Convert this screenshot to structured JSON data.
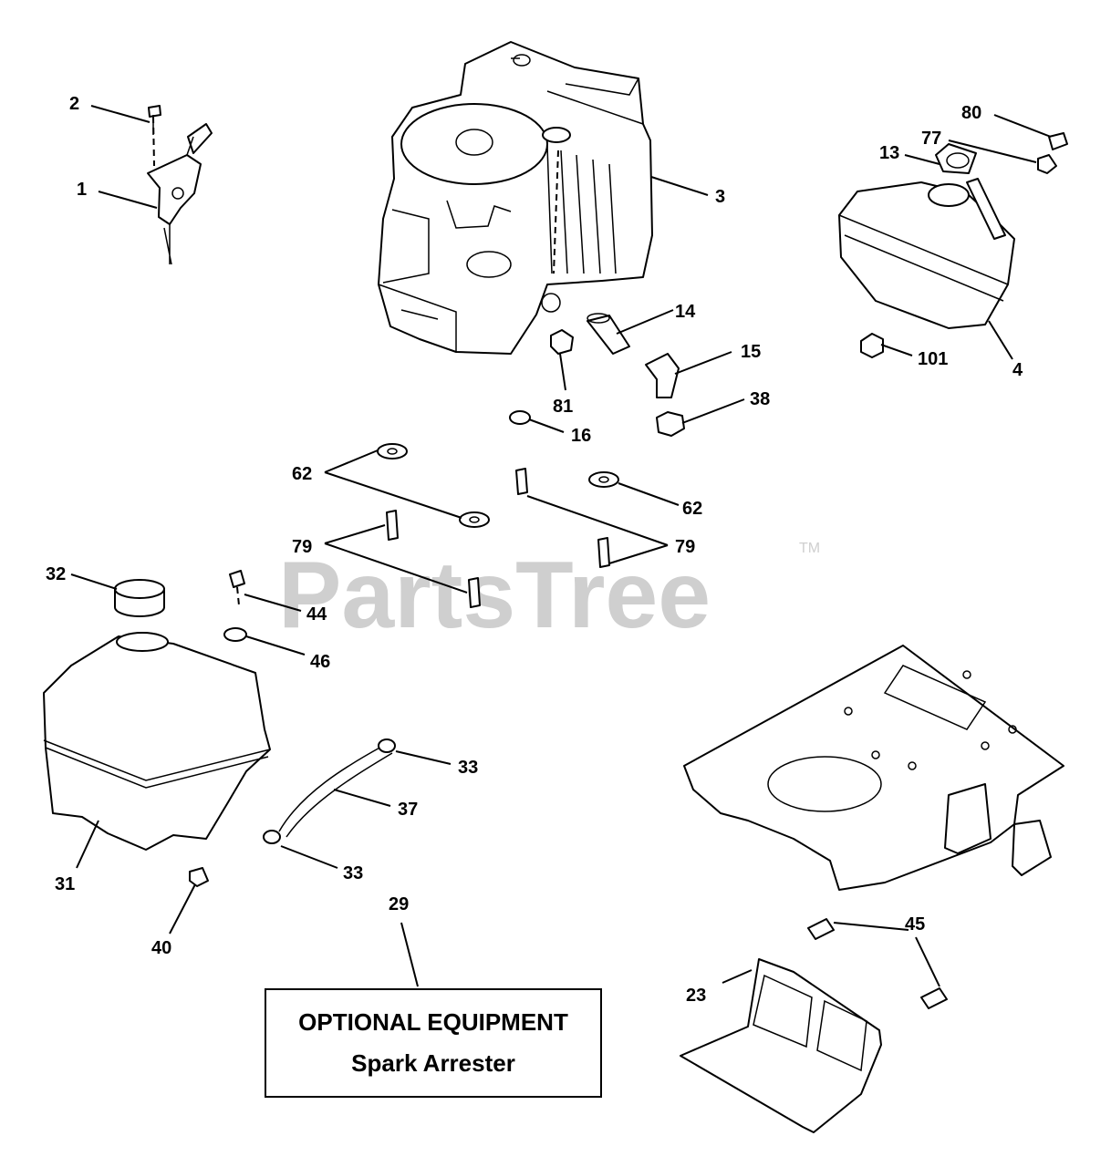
{
  "watermark": {
    "text": "PartsTree",
    "tm": "TM"
  },
  "callouts": {
    "c1": "1",
    "c2": "2",
    "c3": "3",
    "c4": "4",
    "c13": "13",
    "c14": "14",
    "c15": "15",
    "c16": "16",
    "c23": "23",
    "c29": "29",
    "c31": "31",
    "c32": "32",
    "c33a": "33",
    "c33b": "33",
    "c37": "37",
    "c38": "38",
    "c40": "40",
    "c44": "44",
    "c45": "45",
    "c46": "46",
    "c62a": "62",
    "c62b": "62",
    "c77": "77",
    "c79a": "79",
    "c79b": "79",
    "c80": "80",
    "c81": "81",
    "c101": "101"
  },
  "optional_box": {
    "line1": "OPTIONAL EQUIPMENT",
    "line2": "Spark Arrester"
  }
}
